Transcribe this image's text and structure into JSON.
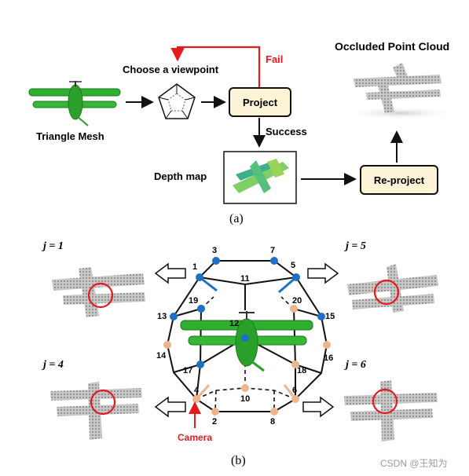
{
  "part_a": {
    "triangle_mesh": "Triangle Mesh",
    "choose_viewpoint": "Choose a viewpoint",
    "fail": "Fail",
    "project": "Project",
    "success": "Success",
    "occluded_point_cloud": "Occluded Point Cloud",
    "depth_map": "Depth map",
    "reproject": "Re-project",
    "caption": "(a)"
  },
  "part_b": {
    "j1": "j = 1",
    "j4": "j = 4",
    "j5": "j = 5",
    "j6": "j = 6",
    "camera": "Camera",
    "caption": "(b)",
    "vertex_labels": [
      "1",
      "2",
      "3",
      "4",
      "5",
      "6",
      "7",
      "8",
      "10",
      "11",
      "12",
      "13",
      "14",
      "15",
      "16",
      "17",
      "18",
      "19",
      "20"
    ]
  },
  "watermark": "CSDN @王知为",
  "colors": {
    "fail_red": "#e41a1c",
    "box_fill": "#fdf3d6",
    "blue_vertex": "#1f6fc6",
    "orange_vertex": "#f0b48a",
    "mesh_green": "#2fae2f",
    "blue_panel": "#d7e3f0",
    "peach_panel": "#f6dccb",
    "highlight_circle": "#e41a1c"
  }
}
